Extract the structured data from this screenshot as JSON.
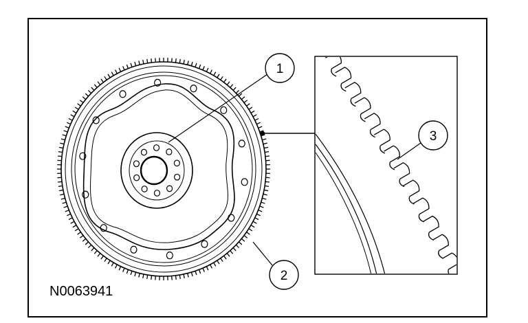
{
  "figure": {
    "reference_code": "N0063941",
    "callouts": [
      {
        "number": "1"
      },
      {
        "number": "2"
      },
      {
        "number": "3"
      }
    ]
  }
}
